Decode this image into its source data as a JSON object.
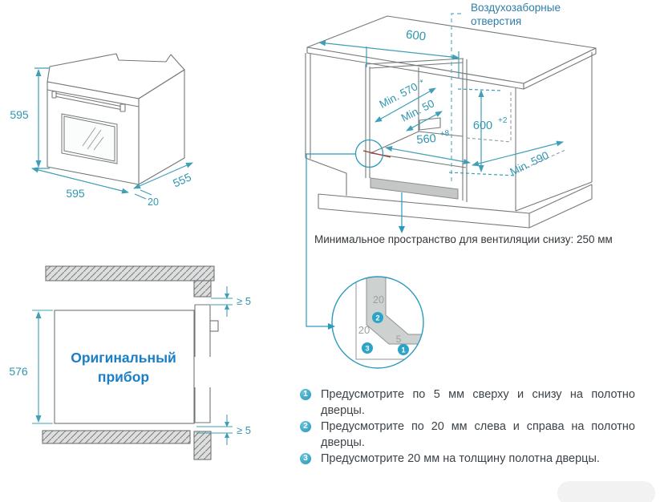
{
  "colors": {
    "dim": "#3f9fb6",
    "dim_text": "#2f96b0",
    "accent_blue": "#1b7fc6",
    "air_label": "#2e7da8",
    "outline": "#75797b",
    "badge": "#2ba4c5",
    "red_mark": "#9c3a32",
    "body_text": "#3d4348"
  },
  "oven_view": {
    "height": "595",
    "width": "595",
    "depth": "555",
    "door_offset": "20"
  },
  "cabinet_view": {
    "air_label_line1": "Воздухозаборные",
    "air_label_line2": "отверстия",
    "top_width": "600",
    "niche_depth": "Min. 570",
    "niche_depth_note": "*",
    "back_gap": "Min. 50",
    "niche_width": "560",
    "niche_width_tol": "+8",
    "niche_height": "600",
    "niche_height_tol": "+2",
    "side_depth": "Min. 590"
  },
  "vent_note": "Минимальное пространство для вентиляции снизу: 250 мм",
  "section_view": {
    "label_line1": "Оригинальный",
    "label_line2": "прибор",
    "height": "576",
    "gap_top": "≥ 5",
    "gap_bottom": "≥ 5"
  },
  "detail_view": {
    "door_thickness": "20",
    "side_gap": "20",
    "front_gap": "5",
    "badge1": "1",
    "badge2": "2",
    "badge3": "3"
  },
  "instructions": [
    {
      "num": "1",
      "text": "Предусмотрите по 5 мм сверху и снизу на полотно дверцы."
    },
    {
      "num": "2",
      "text": "Предусмотрите по 20 мм слева и справа на полотно дверцы."
    },
    {
      "num": "3",
      "text": "Предусмотрите 20 мм на толщину полотна дверцы."
    }
  ]
}
